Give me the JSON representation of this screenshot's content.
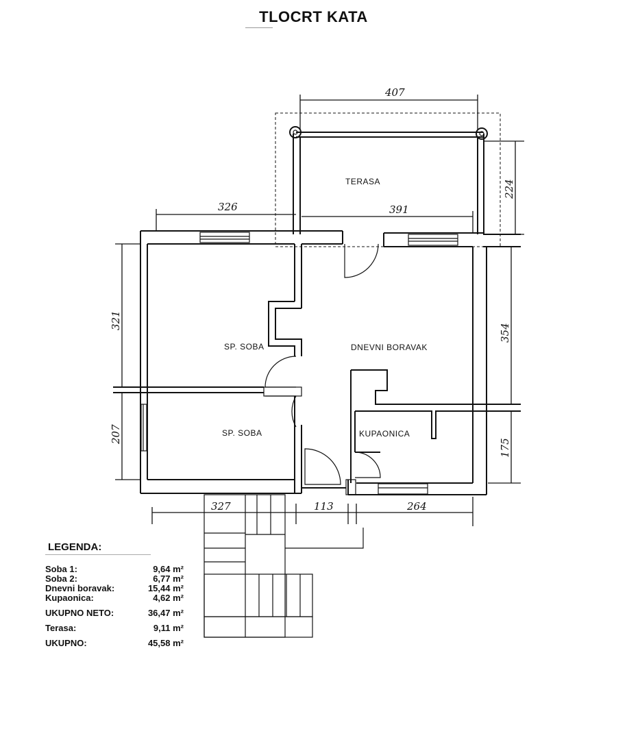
{
  "title": "TLOCRT KATA",
  "rooms": {
    "terrace": "TERASA",
    "bedroom1": "SP. SOBA",
    "bedroom2": "SP. SOBA",
    "living": "DNEVNI BORAVAK",
    "bathroom": "KUPAONICA"
  },
  "dimensions": {
    "terrace_width": "407",
    "terrace_depth": "224",
    "bedroom_width": "326",
    "living_width": "391",
    "bedroom1_depth": "321",
    "bedroom2_depth": "207",
    "living_depth": "354",
    "bath_depth": "175",
    "bottom_left": "327",
    "bottom_mid": "113",
    "bottom_right": "264"
  },
  "legend": {
    "title": "LEGENDA:",
    "rows": [
      {
        "label": "Soba 1:",
        "value": "9,64 m²"
      },
      {
        "label": "Soba 2:",
        "value": "6,77 m²"
      },
      {
        "label": "Dnevni boravak:",
        "value": "15,44 m²"
      },
      {
        "label": "Kupaonica:",
        "value": "4,62 m²"
      },
      {
        "label": "UKUPNO NETO:",
        "value": "36,47 m²"
      },
      {
        "label": "Terasa:",
        "value": "9,11 m²"
      },
      {
        "label": "UKUPNO:",
        "value": "45,58 m²"
      }
    ]
  }
}
